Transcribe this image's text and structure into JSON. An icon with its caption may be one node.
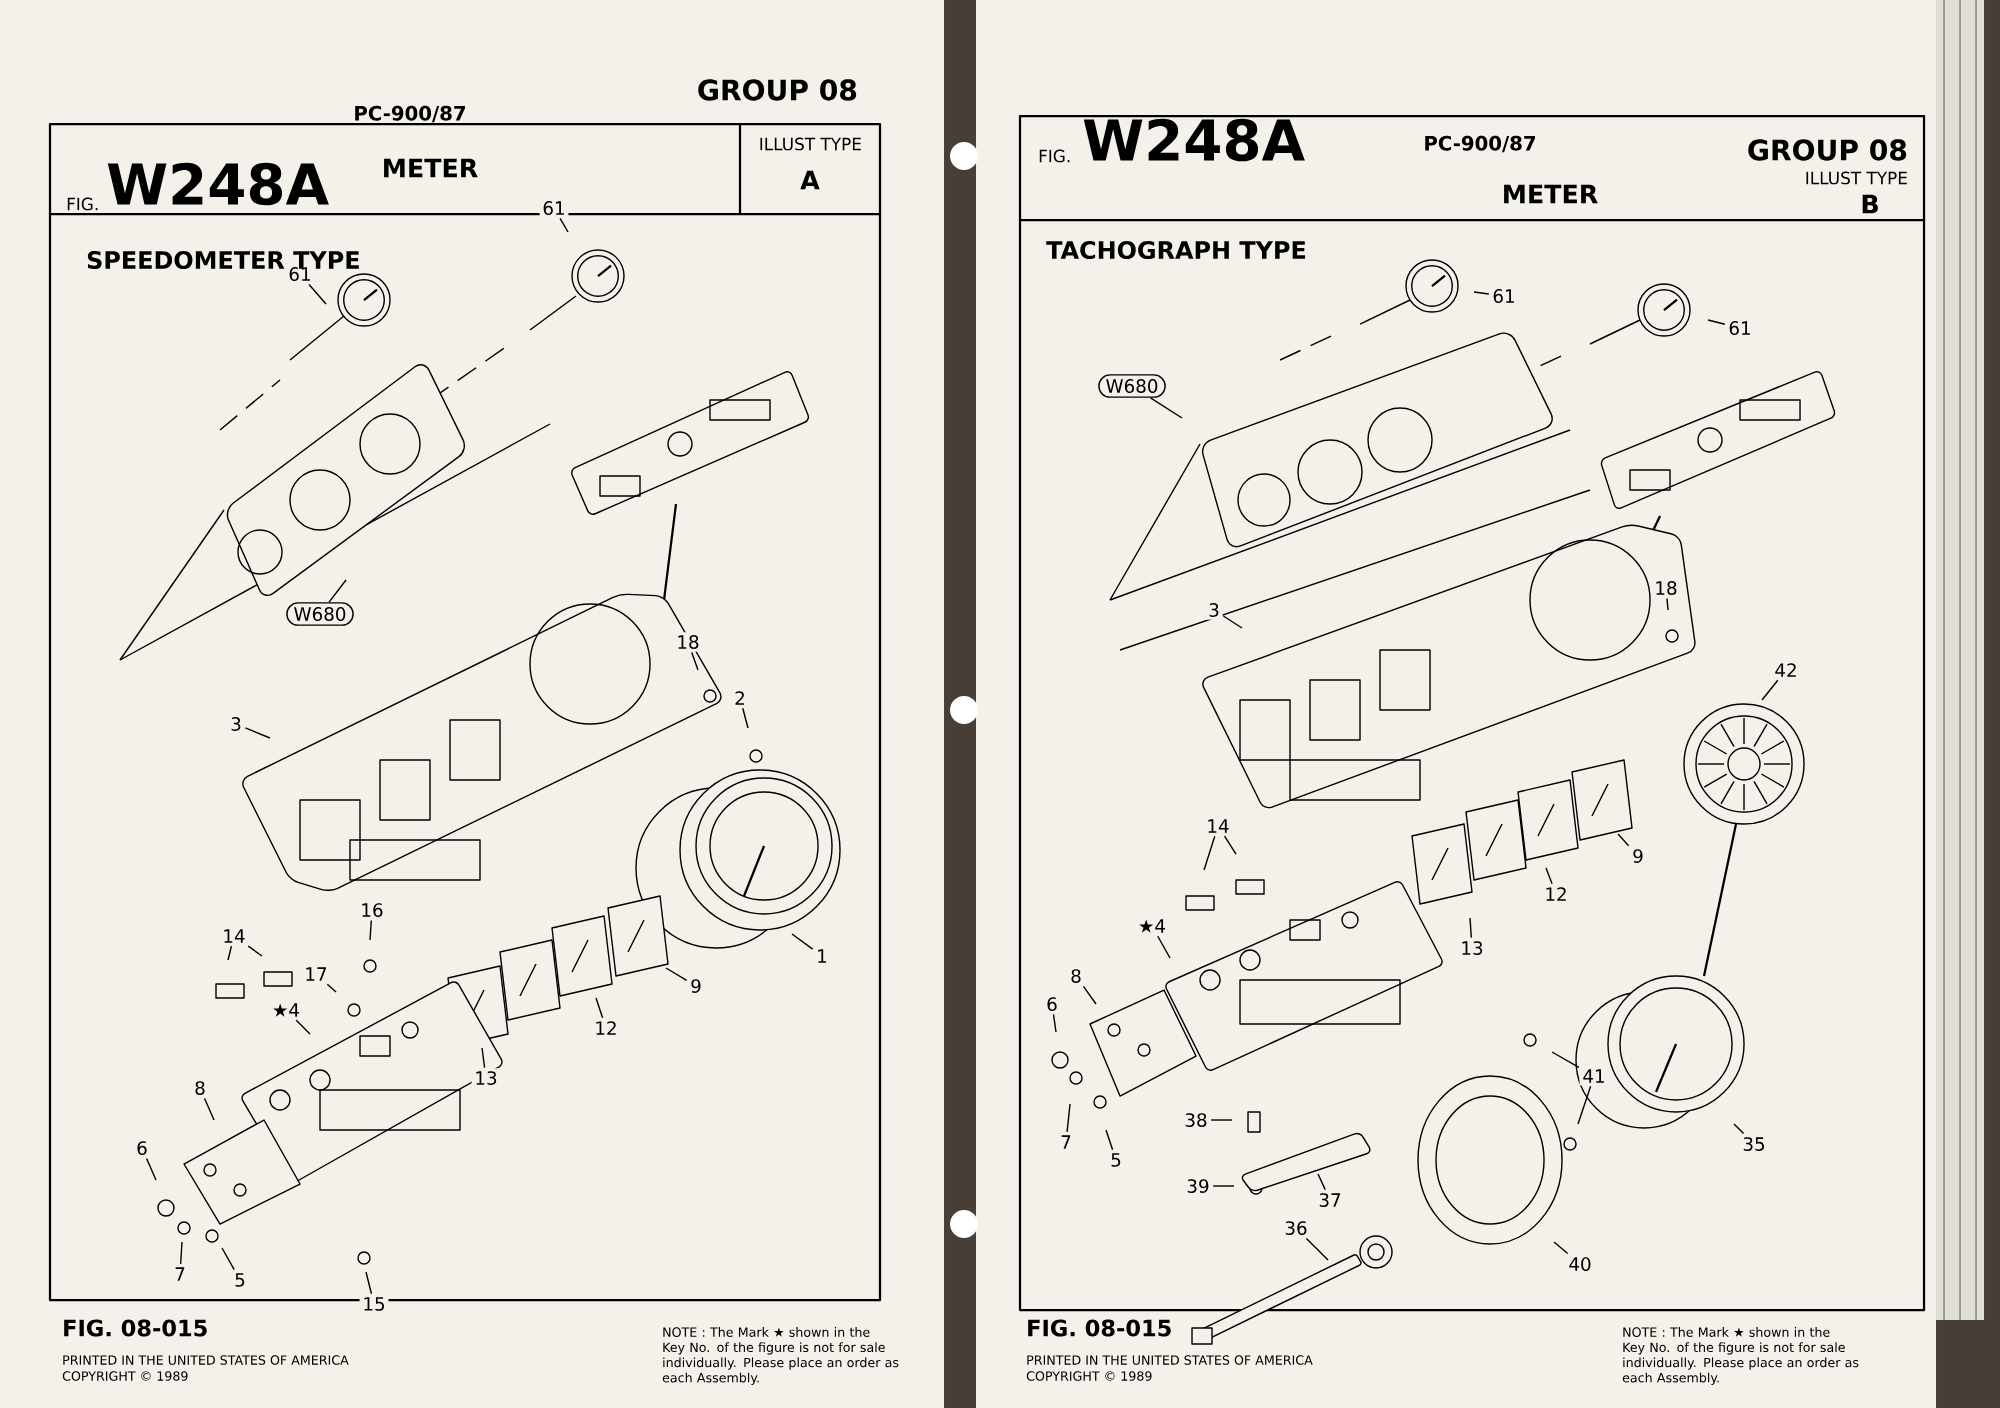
{
  "diagram": {
    "nodes": [
      {
        "text": [
          "61"
        ]
      },
      {
        "text": [
          "61"
        ]
      },
      {
        "text": [
          "W680"
        ]
      },
      {
        "text": [
          "3"
        ]
      },
      {
        "text": [
          "18"
        ]
      },
      {
        "text": [
          "2"
        ]
      },
      {
        "text": [
          "1"
        ]
      },
      {
        "text": [
          "9"
        ]
      },
      {
        "text": [
          "12"
        ]
      },
      {
        "text": [
          "13"
        ]
      },
      {
        "text": [
          "14"
        ]
      },
      {
        "text": [
          "16"
        ]
      },
      {
        "text": [
          "17"
        ]
      },
      {
        "text": [
          "★4"
        ]
      },
      {
        "text": [
          "8"
        ]
      },
      {
        "text": [
          "6"
        ]
      },
      {
        "text": [
          "7"
        ]
      },
      {
        "text": [
          "5"
        ]
      },
      {
        "text": [
          "15"
        ]
      },
      {
        "text": [
          "61"
        ]
      },
      {
        "text": [
          "61"
        ]
      },
      {
        "text": [
          "W680"
        ]
      },
      {
        "text": [
          "3"
        ]
      },
      {
        "text": [
          "18"
        ]
      },
      {
        "text": [
          "42"
        ]
      },
      {
        "text": [
          "9"
        ]
      },
      {
        "text": [
          "12"
        ]
      },
      {
        "text": [
          "13"
        ]
      },
      {
        "text": [
          "14"
        ]
      },
      {
        "text": [
          "★4"
        ]
      },
      {
        "text": [
          "8"
        ]
      },
      {
        "text": [
          "6"
        ]
      },
      {
        "text": [
          "7"
        ]
      },
      {
        "text": [
          "5"
        ]
      },
      {
        "text": [
          "38"
        ]
      },
      {
        "text": [
          "39"
        ]
      },
      {
        "text": [
          "37"
        ]
      },
      {
        "text": [
          "41"
        ]
      },
      {
        "text": [
          "35"
        ]
      },
      {
        "text": [
          "36"
        ]
      },
      {
        "text": [
          "40"
        ]
      }
    ],
    "edges": [
      {
        "from": 0,
        "to": null,
        "arrow": "none"
      },
      {
        "from": 1,
        "to": null,
        "arrow": "none"
      },
      {
        "from": 2,
        "to": null,
        "arrow": "none"
      },
      {
        "from": 3,
        "to": null,
        "arrow": "none"
      },
      {
        "from": 4,
        "to": null,
        "arrow": "none"
      },
      {
        "from": 5,
        "to": null,
        "arrow": "none"
      },
      {
        "from": 6,
        "to": null,
        "arrow": "none"
      },
      {
        "from": 7,
        "to": null,
        "arrow": "none"
      },
      {
        "from": 8,
        "to": null,
        "arrow": "none"
      },
      {
        "from": 9,
        "to": null,
        "arrow": "none"
      },
      {
        "from": 10,
        "to": null,
        "arrow": "none"
      },
      {
        "from": 10,
        "to": null,
        "arrow": "none"
      },
      {
        "from": 11,
        "to": null,
        "arrow": "none"
      },
      {
        "from": 12,
        "to": null,
        "arrow": "none"
      },
      {
        "from": 13,
        "to": null,
        "arrow": "none"
      },
      {
        "from": 14,
        "to": null,
        "arrow": "none"
      },
      {
        "from": 15,
        "to": null,
        "arrow": "none"
      },
      {
        "from": 16,
        "to": null,
        "arrow": "none"
      },
      {
        "from": 17,
        "to": null,
        "arrow": "none"
      },
      {
        "from": 18,
        "to": null,
        "arrow": "none"
      },
      {
        "from": 19,
        "to": null,
        "arrow": "none"
      },
      {
        "from": 20,
        "to": null,
        "arrow": "none"
      },
      {
        "from": 21,
        "to": null,
        "arrow": "none"
      },
      {
        "from": 22,
        "to": null,
        "arrow": "none"
      },
      {
        "from": 23,
        "to": null,
        "arrow": "none"
      },
      {
        "from": 24,
        "to": null,
        "arrow": "none"
      },
      {
        "from": 25,
        "to": null,
        "arrow": "none"
      },
      {
        "from": 26,
        "to": null,
        "arrow": "none"
      },
      {
        "from": 27,
        "to": null,
        "arrow": "none"
      },
      {
        "from": 28,
        "to": null,
        "arrow": "none"
      },
      {
        "from": 28,
        "to": null,
        "arrow": "none"
      },
      {
        "from": 29,
        "to": null,
        "arrow": "none"
      },
      {
        "from": 30,
        "to": null,
        "arrow": "none"
      },
      {
        "from": 31,
        "to": null,
        "arrow": "none"
      },
      {
        "from": 32,
        "to": null,
        "arrow": "none"
      },
      {
        "from": 33,
        "to": null,
        "arrow": "none"
      },
      {
        "from": 34,
        "to": null,
        "arrow": "none"
      },
      {
        "from": 35,
        "to": null,
        "arrow": "none"
      },
      {
        "from": 36,
        "to": null,
        "arrow": "none"
      },
      {
        "from": 37,
        "to": null,
        "arrow": "none"
      },
      {
        "from": 37,
        "to": null,
        "arrow": "none"
      },
      {
        "from": 38,
        "to": null,
        "arrow": "none"
      },
      {
        "from": 39,
        "to": null,
        "arrow": "none"
      },
      {
        "from": 40,
        "to": null,
        "arrow": "none"
      }
    ],
    "labels": [
      "GROUP 08",
      "PC-900/87",
      "ILLUST TYPE",
      "METER",
      "A",
      "FIG.",
      "W248A",
      "SPEEDOMETER TYPE",
      "FIG. 08-015",
      "PRINTED IN THE UNITED STATES OF AMERICA",
      "COPYRIGHT © 1989",
      "NOTE : The Mark ★ shown in the Key No. of the figure is not for sale individually. Please place an order as each Assembly.",
      "FIG.",
      "W248A",
      "PC-900/87",
      "METER",
      "GROUP 08",
      "ILLUST TYPE",
      "B",
      "TACHOGRAPH TYPE",
      "FIG. 08-015",
      "PRINTED IN THE UNITED STATES OF AMERICA",
      "COPYRIGHT © 1989",
      "NOTE : The Mark ★ shown in the Key No. of the figure is not for sale individually. Please place an order as each Assembly."
    ]
  }
}
